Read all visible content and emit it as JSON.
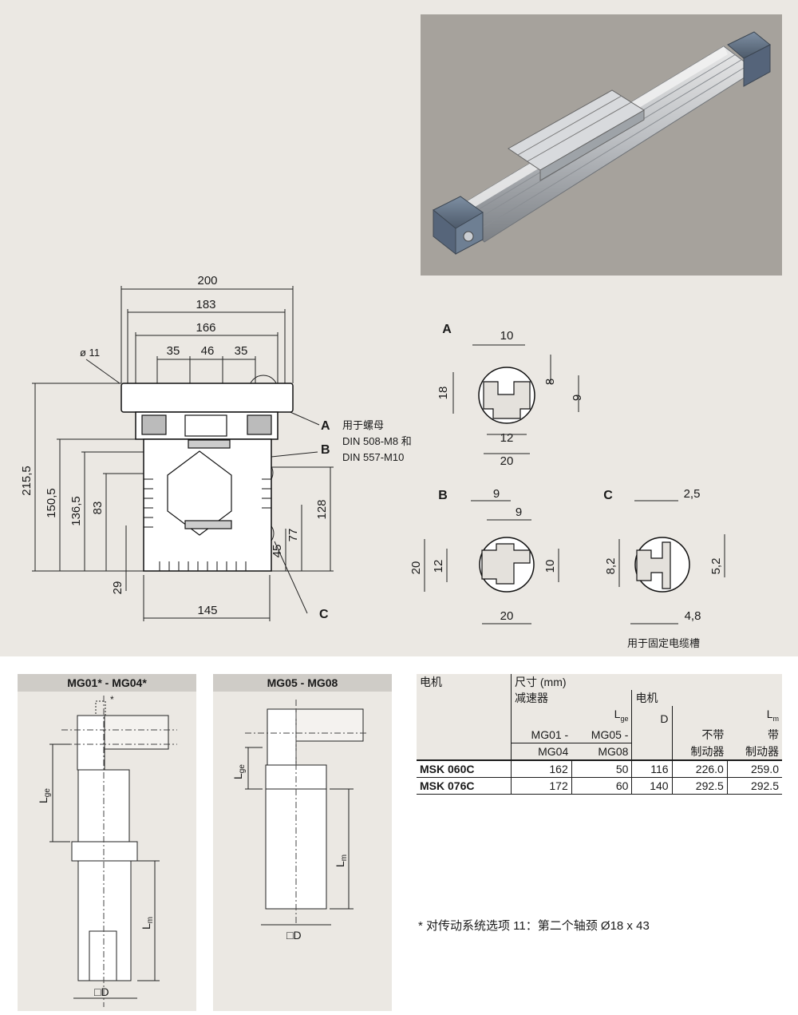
{
  "dimensions_main": {
    "top": [
      "200",
      "183",
      "166",
      "35",
      "46",
      "35"
    ],
    "hole": "ø 11",
    "left": [
      "215,5",
      "150,5",
      "136,5",
      "83",
      "29"
    ],
    "right": [
      "128",
      "77",
      "45"
    ],
    "bottom": "145",
    "callouts": [
      "A",
      "B",
      "C"
    ],
    "note_a": [
      "用于螺母",
      "DIN 508-M8 和",
      "DIN 557-M10"
    ]
  },
  "detail_a": {
    "label": "A",
    "dims": [
      "10",
      "18",
      "8",
      "9",
      "12",
      "20"
    ]
  },
  "detail_b": {
    "label": "B",
    "dims": [
      "9",
      "9",
      "20",
      "12",
      "10",
      "20"
    ]
  },
  "detail_c": {
    "label": "C",
    "dims": [
      "2,5",
      "8,2",
      "5,2",
      "4,8"
    ],
    "caption": "用于固定电缆槽"
  },
  "panels": {
    "left_title": "MG01* - MG04*",
    "right_title": "MG05 - MG08",
    "asterisk": "*",
    "lge": "L",
    "lge_sub": "ge",
    "lm": "L",
    "lm_sub": "m",
    "d_label": "□D"
  },
  "table": {
    "h_motor": "电机",
    "h_dims": "尺寸 (mm)",
    "h_gear": "减速器",
    "h_motor2": "电机",
    "h_lge": "L",
    "h_lge_sub": "ge",
    "h_d": "D",
    "h_lm": "L",
    "h_lm_sub": "m",
    "h_mg01": "MG01 -",
    "h_mg04": "MG04",
    "h_mg05": "MG05 -",
    "h_mg08": "MG08",
    "h_nobrake_1": "不带",
    "h_nobrake_2": "制动器",
    "h_brake_1": "带",
    "h_brake_2": "制动器",
    "rows": [
      {
        "motor": "MSK 060C",
        "mg01": "162",
        "mg05": "50",
        "d": "116",
        "lm_nb": "226.0",
        "lm_b": "259.0"
      },
      {
        "motor": "MSK 076C",
        "mg01": "172",
        "mg05": "60",
        "d": "140",
        "lm_nb": "292.5",
        "lm_b": "292.5"
      }
    ]
  },
  "footnote": "* 对传动系统选项 11：第二个轴颈 Ø18 x 43"
}
